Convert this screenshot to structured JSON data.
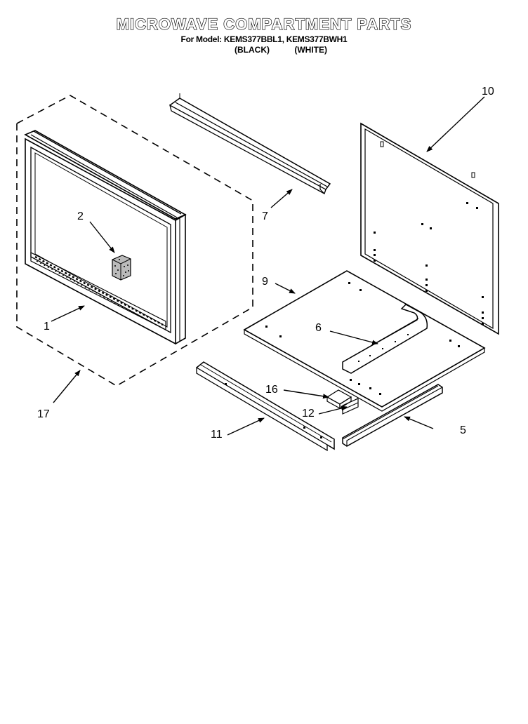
{
  "header": {
    "title": "MICROWAVE COMPARTMENT PARTS",
    "model_line": "For Model: KEMS377BBL1, KEMS377BWH1",
    "color_black": "(BLACK)",
    "color_white": "(WHITE)"
  },
  "callouts": {
    "c1": "1",
    "c2": "2",
    "c5": "5",
    "c6": "6",
    "c7": "7",
    "c9": "9",
    "c10": "10",
    "c11": "11",
    "c12": "12",
    "c16": "16",
    "c17": "17"
  }
}
